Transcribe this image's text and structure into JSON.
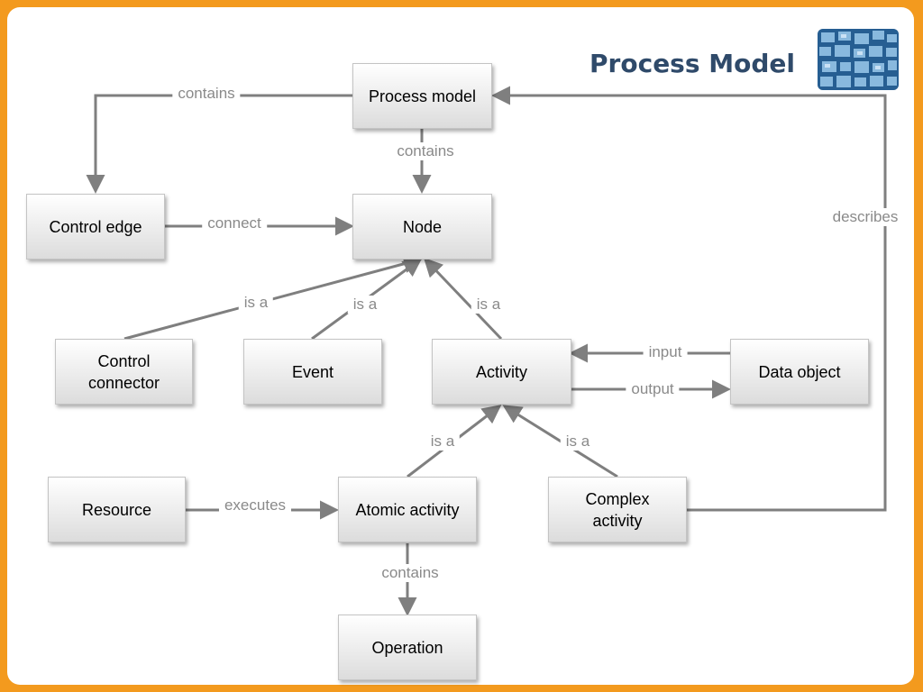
{
  "slide": {
    "title": "Process Model",
    "thumbnail_icon": "tiled-screens-image",
    "colors": {
      "frame": "#f39a1e",
      "title": "#2f4a6a",
      "edge": "#7f7f7f",
      "edge_label": "#8a8a8a"
    }
  },
  "diagram": {
    "nodes": [
      {
        "id": "process-model",
        "label": "Process model"
      },
      {
        "id": "control-edge",
        "label": "Control edge"
      },
      {
        "id": "node",
        "label": "Node"
      },
      {
        "id": "control-connector",
        "label": "Control\nconnector"
      },
      {
        "id": "event",
        "label": "Event"
      },
      {
        "id": "activity",
        "label": "Activity"
      },
      {
        "id": "data-object",
        "label": "Data object"
      },
      {
        "id": "resource",
        "label": "Resource"
      },
      {
        "id": "atomic-activity",
        "label": "Atomic activity"
      },
      {
        "id": "complex-activity",
        "label": "Complex\nactivity"
      },
      {
        "id": "operation",
        "label": "Operation"
      }
    ],
    "edges": [
      {
        "id": "pm-contains-edge",
        "from": "process-model",
        "to": "control-edge",
        "label": "contains"
      },
      {
        "id": "pm-contains-node",
        "from": "process-model",
        "to": "node",
        "label": "contains"
      },
      {
        "id": "edge-connect-node",
        "from": "control-edge",
        "to": "node",
        "label": "connect"
      },
      {
        "id": "connector-isa-node",
        "from": "control-connector",
        "to": "node",
        "label": "is a"
      },
      {
        "id": "event-isa-node",
        "from": "event",
        "to": "node",
        "label": "is a"
      },
      {
        "id": "activity-isa-node",
        "from": "activity",
        "to": "node",
        "label": "is a"
      },
      {
        "id": "data-input-activity",
        "from": "data-object",
        "to": "activity",
        "label": "input"
      },
      {
        "id": "activity-output-data",
        "from": "activity",
        "to": "data-object",
        "label": "output"
      },
      {
        "id": "atomic-isa-activity",
        "from": "atomic-activity",
        "to": "activity",
        "label": "is a"
      },
      {
        "id": "complex-isa-activity",
        "from": "complex-activity",
        "to": "activity",
        "label": "is a"
      },
      {
        "id": "resource-executes-atomic",
        "from": "resource",
        "to": "atomic-activity",
        "label": "executes"
      },
      {
        "id": "atomic-contains-operation",
        "from": "atomic-activity",
        "to": "operation",
        "label": "contains"
      },
      {
        "id": "complex-describes-pm",
        "from": "complex-activity",
        "to": "process-model",
        "label": "describes"
      }
    ]
  }
}
